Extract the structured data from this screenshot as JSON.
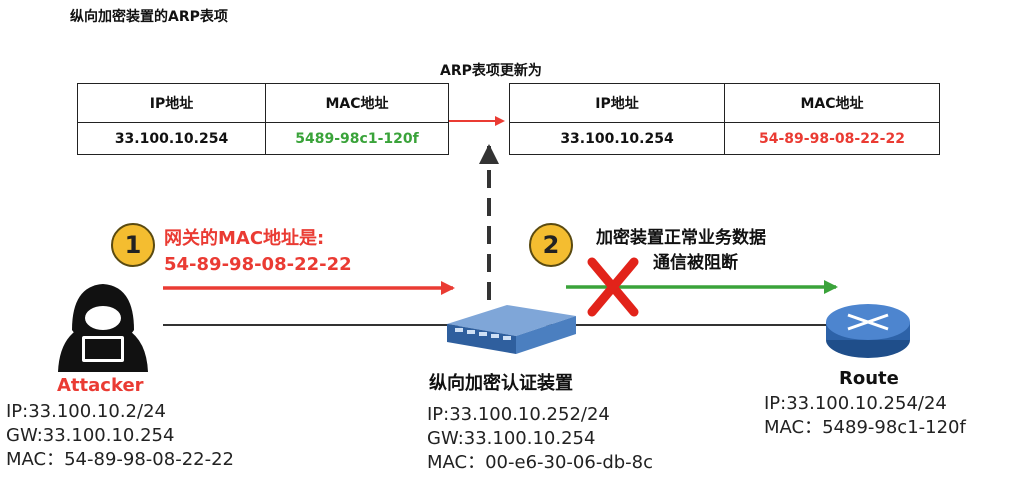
{
  "title": "纵向加密装置的ARP表项",
  "update_label": "ARP表项更新为",
  "table_old": {
    "headers": [
      "IP地址",
      "MAC地址"
    ],
    "row": {
      "ip": "33.100.10.254",
      "mac": "5489-98c1-120f"
    }
  },
  "table_new": {
    "headers": [
      "IP地址",
      "MAC地址"
    ],
    "row": {
      "ip": "33.100.10.254",
      "mac": "54-89-98-08-22-22"
    }
  },
  "step1": {
    "number": "1",
    "line1": "网关的MAC地址是:",
    "line2": "54-89-98-08-22-22"
  },
  "step2": {
    "number": "2",
    "line1": "加密装置正常业务数据",
    "line2": "通信被阻断"
  },
  "attacker": {
    "name": "Attacker",
    "ip": "IP:33.100.10.2/24",
    "gw": "GW:33.100.10.254",
    "mac": "MAC：54-89-98-08-22-22"
  },
  "device": {
    "name": "纵向加密认证装置",
    "ip": "IP:33.100.10.252/24",
    "gw": "GW:33.100.10.254",
    "mac": "MAC：00-e6-30-06-db-8c"
  },
  "route": {
    "name": "Route",
    "ip": "IP:33.100.10.254/24",
    "mac": "MAC：5489-98c1-120f"
  },
  "colors": {
    "red": "#ea3b33",
    "green": "#3aa33a",
    "badge": "#f4bd30",
    "device_blue": "#3d6fb0"
  }
}
